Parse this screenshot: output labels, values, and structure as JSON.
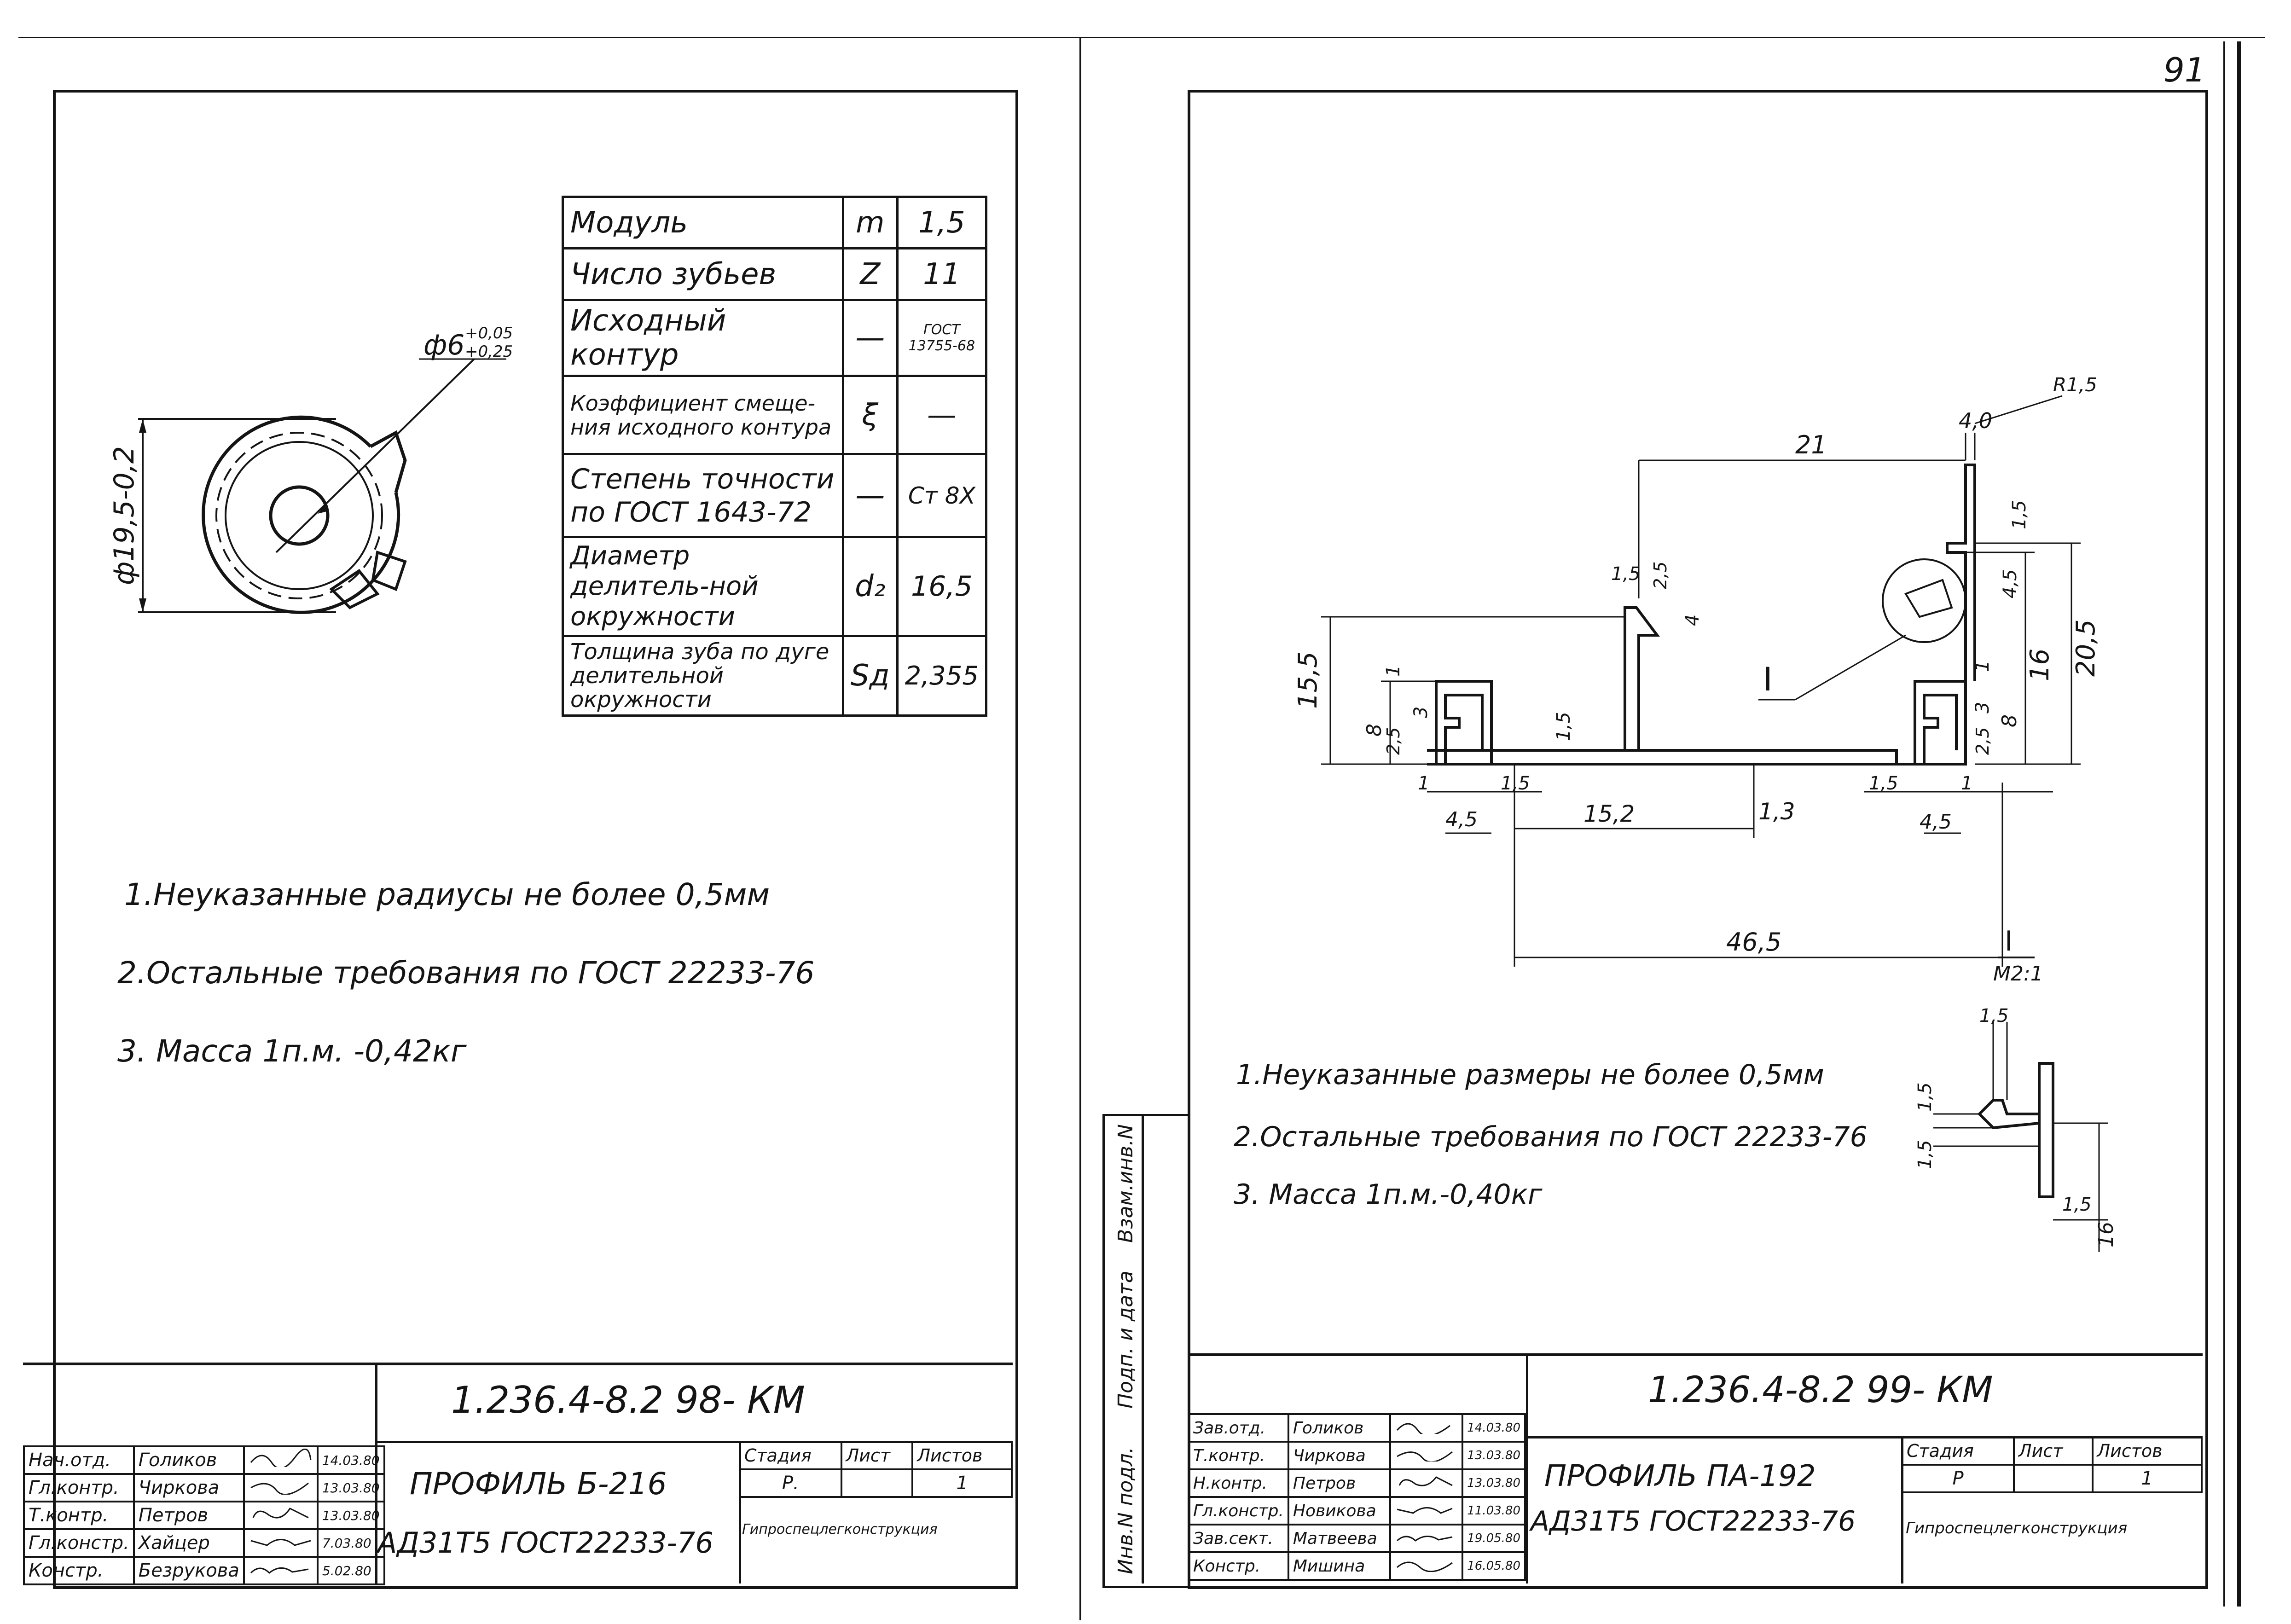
{
  "page_number": "91",
  "left_sheet": {
    "gear_table": [
      {
        "param": "Модуль",
        "symbol": "m",
        "value": "1,5"
      },
      {
        "param": "Число зубьев",
        "symbol": "Z",
        "value": "11"
      },
      {
        "param": "Исходный контур",
        "symbol": "—",
        "value": "ГОСТ 13755-68"
      },
      {
        "param": "Коэффициент смеще-ния исходного контура",
        "symbol": "ξ",
        "value": "—"
      },
      {
        "param": "Степень точности по ГОСТ 1643-72",
        "symbol": "—",
        "value": "Ст 8Х"
      },
      {
        "param": "Диаметр делитель-ной окружности",
        "symbol": "d₂",
        "value": "16,5"
      },
      {
        "param": "Толщина зуба по дуге делительной окружности",
        "symbol": "Sд",
        "value": "2,355"
      }
    ],
    "dim_diameter": "ф19,5-0,2",
    "dim_hole": "ф6",
    "dim_hole_tol_upper": "+0,05",
    "dim_hole_tol_lower": "+0,25",
    "notes": [
      "1.Неуказанные радиусы не более 0,5мм",
      "2.Остальные требования по ГОСТ 22233-76",
      "3. Масса 1п.м. -0,42кг"
    ],
    "title_block": {
      "doc_code": "1.236.4-8.2   98- КМ",
      "name": "ПРОФИЛЬ Б-216",
      "material": "АД31Т5 ГОСТ22233-76",
      "stage_label": "Стадия",
      "sheet_label": "Лист",
      "sheets_label": "Листов",
      "stage": "Р.",
      "sheets": "1",
      "org": "Гипроспецлегконструкция",
      "rows": [
        {
          "role": "Нач.отд.",
          "name": "Голиков",
          "date": "14.03.80"
        },
        {
          "role": "Гл.контр.",
          "name": "Чиркова",
          "date": "13.03.80"
        },
        {
          "role": "Т.контр.",
          "name": "Петров",
          "date": "13.03.80"
        },
        {
          "role": "Гл.констр.",
          "name": "Хайцер",
          "date": "7.03.80"
        },
        {
          "role": "Констр.",
          "name": "Безрукова",
          "date": "5.02.80"
        }
      ]
    }
  },
  "right_sheet": {
    "dims": {
      "d21": "21",
      "d4_0": "4,0",
      "r1_5": "R1,5",
      "d1_5a": "1,5",
      "d4_5a": "4,5",
      "d20_5": "20,5",
      "d16": "16",
      "d1a": "1",
      "d3a": "3",
      "d8a": "8",
      "d2_5a": "2,5",
      "d1_5b": "1,5",
      "d2_5b": "2,5",
      "d4": "4",
      "d15_5": "15,5",
      "d8b": "8",
      "d1b": "1",
      "d2_5c": "2,5",
      "d3b": "3",
      "d1_5c": "1,5",
      "d1_5d": "1,5",
      "d1c": "1",
      "d4_5b": "4,5",
      "d1_5e": "1,5",
      "d1d": "1",
      "d4_5c": "4,5",
      "d15_2": "15,2",
      "d1_3": "1,3",
      "d46_5": "46,5"
    },
    "detail_label": "I",
    "detail_scale": "М2:1",
    "detail_dims": {
      "a": "1,5",
      "b": "1,5",
      "c": "1,5",
      "d": "1,5",
      "e": "16"
    },
    "notes": [
      "1.Неуказанные размеры не более 0,5мм",
      "2.Остальные требования по ГОСТ 22233-76",
      "3. Масса 1п.м.-0,40кг"
    ],
    "side_labels": [
      "Взам.инв.N",
      "Подп. и дата",
      "Инв.N подл."
    ],
    "title_block": {
      "doc_code": "1.236.4-8.2   99- КМ",
      "name": "ПРОФИЛЬ ПА-192",
      "material": "АД31Т5 ГОСТ22233-76",
      "stage_label": "Стадия",
      "sheet_label": "Лист",
      "sheets_label": "Листов",
      "stage": "Р",
      "sheets": "1",
      "org": "Гипроспецлегконструкция",
      "rows": [
        {
          "role": "Зав.отд.",
          "name": "Голиков",
          "date": "14.03.80"
        },
        {
          "role": "Т.контр.",
          "name": "Чиркова",
          "date": "13.03.80"
        },
        {
          "role": "Н.контр.",
          "name": "Петров",
          "date": "13.03.80"
        },
        {
          "role": "Гл.констр.",
          "name": "Новикова",
          "date": "11.03.80"
        },
        {
          "role": "Зав.сект.",
          "name": "Матвеева",
          "date": "19.05.80"
        },
        {
          "role": "Констр.",
          "name": "Мишина",
          "date": "16.05.80"
        }
      ]
    }
  }
}
